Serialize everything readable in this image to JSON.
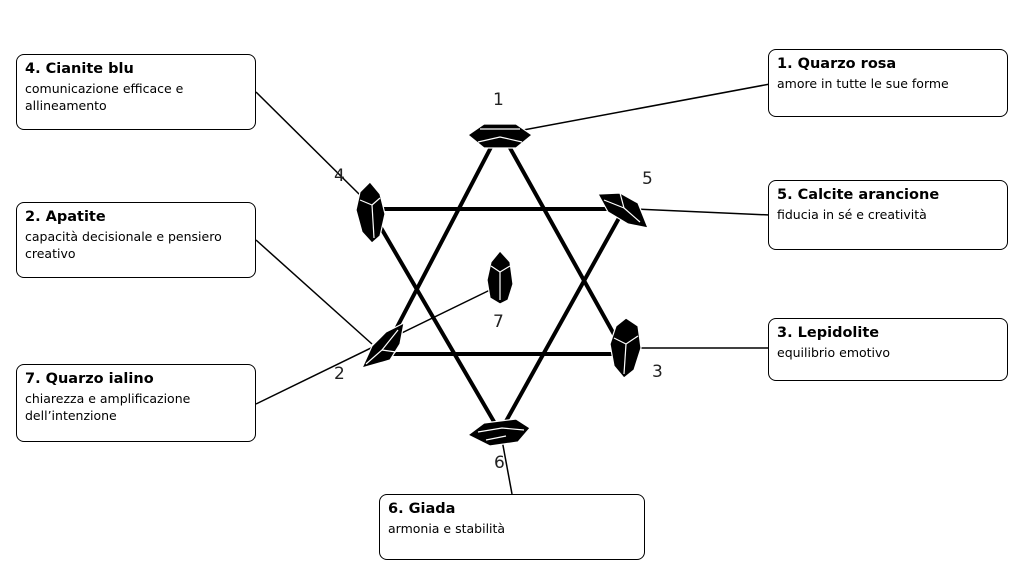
{
  "boxes": [
    {
      "id": "4",
      "title": "4. Cianite blu",
      "desc": "comunicazione efficace e allineamento"
    },
    {
      "id": "2",
      "title": "2. Apatite",
      "desc": "capacità decisionale e pensiero creativo"
    },
    {
      "id": "7",
      "title": "7. Quarzo ialino",
      "desc": "chiarezza e amplificazione dell’intenzione"
    },
    {
      "id": "1",
      "title": "1. Quarzo rosa",
      "desc": "amore in tutte le sue forme"
    },
    {
      "id": "5",
      "title": "5. Calcite arancione",
      "desc": "fiducia in sé e creatività"
    },
    {
      "id": "3",
      "title": "3. Lepidolite",
      "desc": "equilibrio emotivo"
    },
    {
      "id": "6",
      "title": "6. Giada",
      "desc": "armonia e stabilità"
    }
  ],
  "numbers": [
    "1",
    "2",
    "3",
    "4",
    "5",
    "6",
    "7"
  ],
  "colors": {
    "line": "#000000",
    "crystal": "#000000",
    "background": "#ffffff"
  }
}
